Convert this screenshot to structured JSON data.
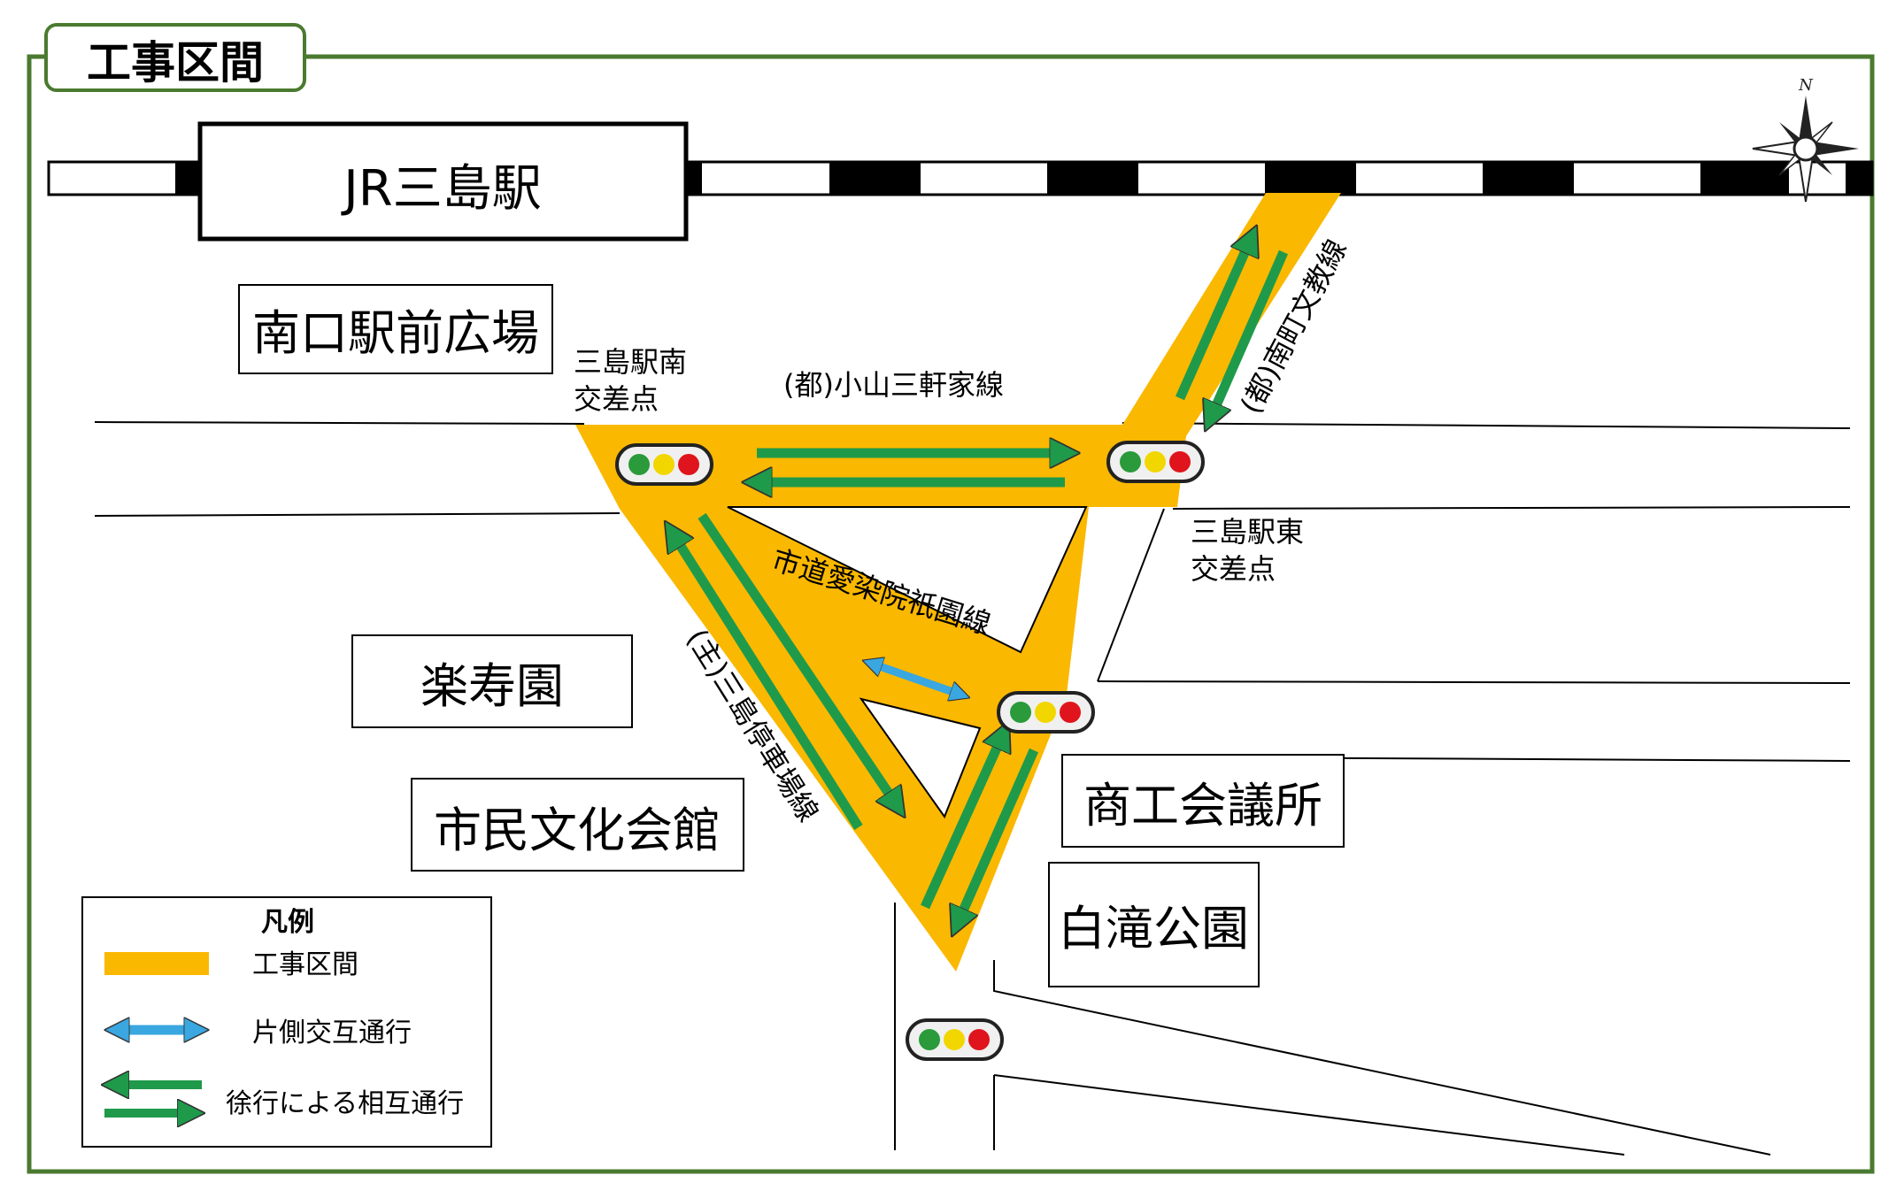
{
  "header": {
    "title": "工事区間"
  },
  "station": {
    "name": "JR三島駅"
  },
  "places": {
    "plaza": "南口駅前広場",
    "rakujuen": "楽寿園",
    "culture_hall": "市民文化会館",
    "chamber": "商工会議所",
    "park": "白滝公園"
  },
  "intersections": {
    "south_line1": "三島駅南",
    "south_line2": "交差点",
    "east_line1": "三島駅東",
    "east_line2": "交差点"
  },
  "roads": {
    "koyama": "(都)小山三軒家線",
    "minamimachi": "(都)南町文教線",
    "shido": "市道愛染院祇園線",
    "parking": "(主)三島停車場線"
  },
  "legend": {
    "title": "凡例",
    "items": [
      {
        "label": "工事区間",
        "icon": "orange-bar"
      },
      {
        "label": "片側交互通行",
        "icon": "blue-double-arrow"
      },
      {
        "label": "徐行による相互通行",
        "icon": "green-two-way-arrows"
      }
    ]
  },
  "colors": {
    "frame": "#4a7a2f",
    "construction": "#fbb800",
    "two_way": "#1f9a4a",
    "alternate": "#3aa7e0",
    "signal_green": "#2a9a3a",
    "signal_yellow": "#f2d600",
    "signal_red": "#e0141c"
  },
  "icons": [
    "compass-icon",
    "traffic-signal-icon"
  ]
}
